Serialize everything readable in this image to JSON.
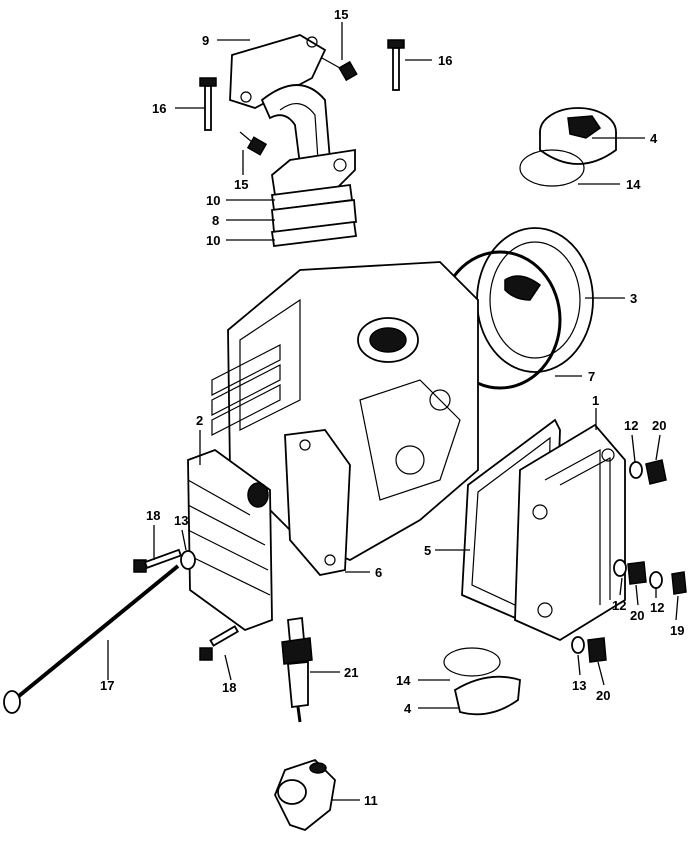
{
  "callouts": {
    "c1": "1",
    "c2": "2",
    "c3": "3",
    "c4a": "4",
    "c4b": "4",
    "c5": "5",
    "c6": "6",
    "c7": "7",
    "c8": "8",
    "c9": "9",
    "c10a": "10",
    "c10b": "10",
    "c11": "11",
    "c12a": "12",
    "c12b": "12",
    "c12c": "12",
    "c13a": "13",
    "c13b": "13",
    "c14a": "14",
    "c14b": "14",
    "c15a": "15",
    "c15b": "15",
    "c16a": "16",
    "c16b": "16",
    "c17": "17",
    "c18a": "18",
    "c18b": "18",
    "c19": "19",
    "c20a": "20",
    "c20b": "20",
    "c20c": "20",
    "c21": "21"
  },
  "colors": {
    "ink": "#000000",
    "paper": "#ffffff"
  }
}
